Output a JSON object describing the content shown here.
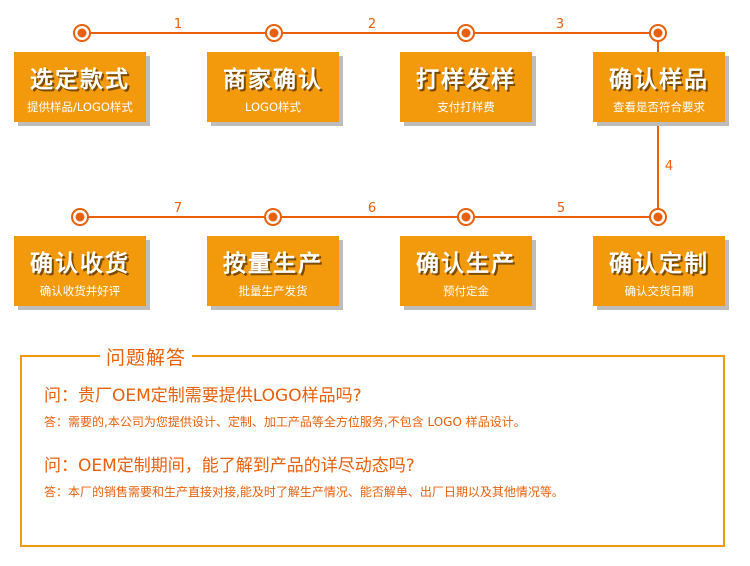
{
  "colors": {
    "accent": "#f39a0c",
    "line": "#e8600c",
    "shadow": "#bdbdbd",
    "text_on_box": "#ffffff"
  },
  "connectors": [
    "1",
    "2",
    "3",
    "4",
    "5",
    "6",
    "7"
  ],
  "steps": [
    {
      "title": "选定款式",
      "subtitle": "提供样品/LOGO样式"
    },
    {
      "title": "商家确认",
      "subtitle": "LOGO样式"
    },
    {
      "title": "打样发样",
      "subtitle": "支付打样费"
    },
    {
      "title": "确认样品",
      "subtitle": "查看是否符合要求"
    },
    {
      "title": "确认定制",
      "subtitle": "确认交货日期"
    },
    {
      "title": "确认生产",
      "subtitle": "预付定金"
    },
    {
      "title": "按量生产",
      "subtitle": "批量生产发货"
    },
    {
      "title": "确认收货",
      "subtitle": "确认收货并好评"
    }
  ],
  "qa": {
    "title": "问题解答",
    "items": [
      {
        "q": "问：贵厂OEM定制需要提供LOGO样品吗?",
        "a": "答：需要的,本公司为您提供设计、定制、加工产品等全方位服务,不包含 LOGO 样品设计。"
      },
      {
        "q": "问：OEM定制期间，能了解到产品的详尽动态吗?",
        "a": "答：本厂的销售需要和生产直接对接,能及时了解生产情况、能否解单、出厂日期以及其他情况等。"
      }
    ]
  }
}
